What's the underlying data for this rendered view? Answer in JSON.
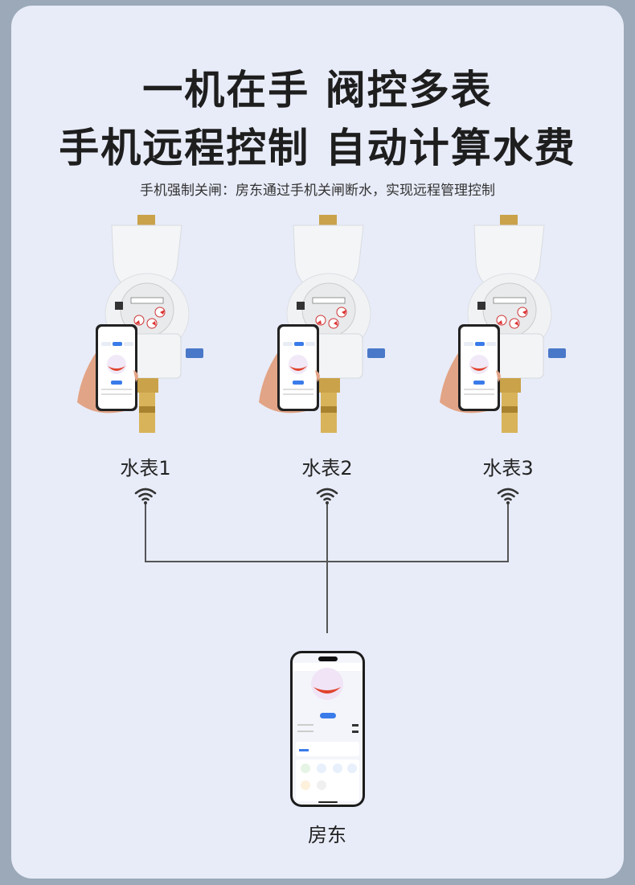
{
  "headline": {
    "line1": "一机在手 阀控多表",
    "line2": "手机远程控制 自动计算水费"
  },
  "subtitle": "手机强制关闸：房东通过手机关闸断水，实现远程管理控制",
  "meters": [
    {
      "label": "水表1",
      "icon": "wifi-icon"
    },
    {
      "label": "水表2",
      "icon": "wifi-icon"
    },
    {
      "label": "水表3",
      "icon": "wifi-icon"
    }
  ],
  "landlord": {
    "label": "房东"
  },
  "colors": {
    "background": "#e8ecf8",
    "frame": "#9ba9b9",
    "brass": "#c9a24a",
    "accent_blue": "#3a7bea",
    "accent_red": "#e0432c"
  }
}
